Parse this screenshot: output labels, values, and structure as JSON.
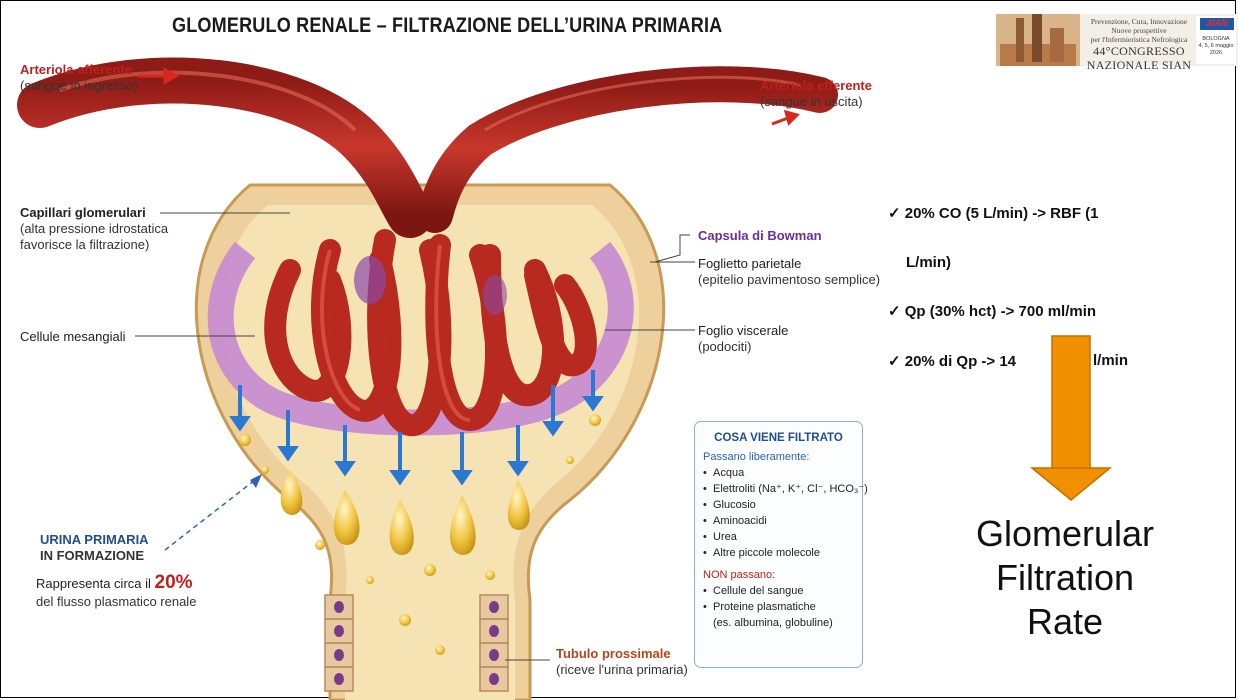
{
  "title": "GLOMERULO RENALE – FILTRAZIONE DELL’URINA PRIMARIA",
  "labels": {
    "afferent": {
      "title": "Arteriola afferente",
      "sub": "(sangue in ingresso)"
    },
    "efferent": {
      "title": "Arteriola efferente",
      "sub": "(sangue in uscita)"
    },
    "capillaries": {
      "title": "Capillari glomerulari",
      "sub1": "(alta pressione idrostatica",
      "sub2": "favorisce la filtrazione)"
    },
    "bowman": {
      "title": "Capsula di Bowman"
    },
    "parietal": {
      "title": "Foglietto parietale",
      "sub": "(epitelio pavimentoso semplice)"
    },
    "mesangial": {
      "title": "Cellule mesangiali"
    },
    "visceral": {
      "title": "Foglio viscerale",
      "sub": "(podociti)"
    },
    "primary_urine": {
      "line1": "URINA PRIMARIA",
      "line2": "IN FORMAZIONE",
      "desc1": "Rappresenta circa il",
      "percent": "20%",
      "desc2": "del flusso plasmatico renale"
    },
    "tubule": {
      "title": "Tubulo prossimale",
      "sub": "(riceve l'urina primaria)"
    }
  },
  "infobox": {
    "title": "COSA VIENE FILTRATO",
    "free_heading": "Passano liberamente:",
    "free_items": [
      "Acqua",
      "Elettroliti (Na⁺, K⁺, Cl⁻, HCO₃⁻)",
      "Glucosio",
      "Aminoacidi",
      "Urea",
      "Altre piccole molecole"
    ],
    "not_heading": "NON passano:",
    "not_items": [
      "Cellule del sangue",
      "Proteine plasmatiche",
      "(es. albumina, globuline)"
    ]
  },
  "bullets": [
    "✓ 20% CO (5 L/min) -> RBF (1",
    "L/min)",
    "✓ Qp (30% hct) -> 700 ml/min",
    "✓ 20% di Qp -> 14",
    "l/min"
  ],
  "gfr": {
    "line1": "Glomerular",
    "line2": "Filtration",
    "line3": "Rate"
  },
  "logo": {
    "line1": "Prevenzione, Cura, Innovazione",
    "line2": "Nuove prospettive",
    "line3": "per l'Infermieristica Nefrologica",
    "line4": "44°CONGRESSO NAZIONALE SIAN",
    "brand": "SIAN",
    "side1": "BOLOGNA",
    "side2": "4, 5, 6 maggio 2026"
  },
  "colors": {
    "orange_arrow": "#f29100",
    "vessel": "#b22a23",
    "capsule": "#e9c88a",
    "filtrate": "#f4d060",
    "podocyte": "#c58ad3",
    "arrow_blue": "#2a77d4"
  }
}
